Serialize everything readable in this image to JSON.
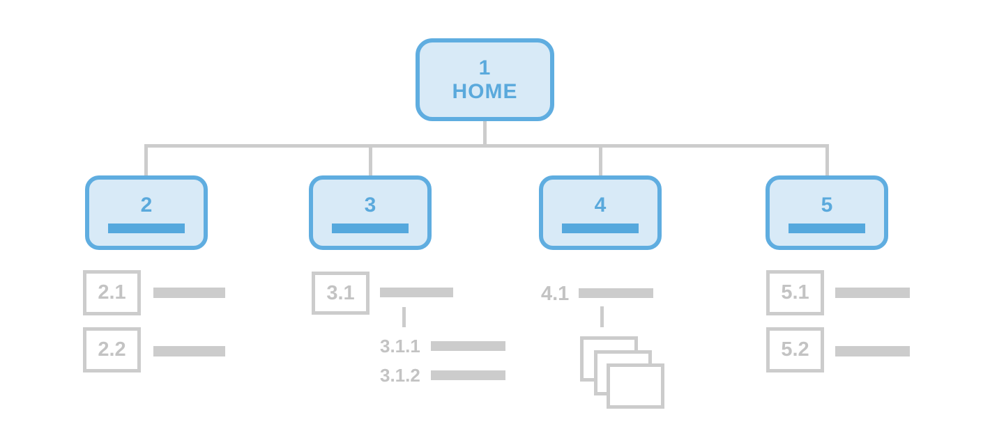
{
  "diagram_type": "sitemap-tree",
  "colors": {
    "background": "#ffffff",
    "node_border": "#5fade0",
    "node_fill": "#d8eaf7",
    "node_text": "#5aa9dc",
    "node_title_bar": "#55a8dd",
    "gray": "#cccccc",
    "gray_text": "#c3c3c3"
  },
  "root": {
    "number": "1",
    "label": "HOME"
  },
  "children": [
    {
      "number": "2",
      "subpages": [
        {
          "id": "2.1"
        },
        {
          "id": "2.2"
        }
      ]
    },
    {
      "number": "3",
      "subpages": [
        {
          "id": "3.1"
        }
      ],
      "subsubpages": [
        {
          "id": "3.1.1"
        },
        {
          "id": "3.1.2"
        }
      ]
    },
    {
      "number": "4",
      "subpages": [
        {
          "id": "4.1"
        }
      ],
      "icon": "page-stack-icon"
    },
    {
      "number": "5",
      "subpages": [
        {
          "id": "5.1"
        },
        {
          "id": "5.2"
        }
      ]
    }
  ]
}
